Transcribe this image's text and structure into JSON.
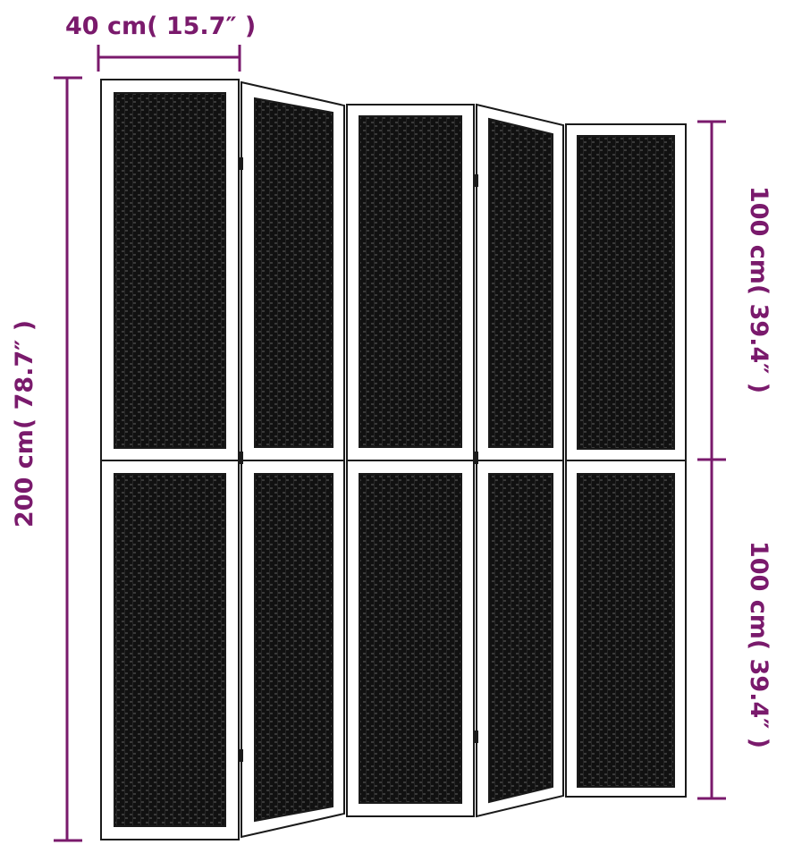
{
  "colors": {
    "dimension": "#7a1a6c",
    "frame_stroke": "#1a1a1a",
    "frame_fill": "#ffffff",
    "panel_fill": "#111111",
    "weave": "#3a3a3a"
  },
  "dimensions": {
    "width_label": "40 cm( 15.7″ )",
    "height_label": "200 cm( 78.7″ )",
    "upper_label": "100 cm( 39.4″ )",
    "lower_label": "100 cm( 39.4″ )"
  },
  "product": {
    "name": "folding-room-divider",
    "panel_count": 5,
    "sections_per_panel": 2
  }
}
